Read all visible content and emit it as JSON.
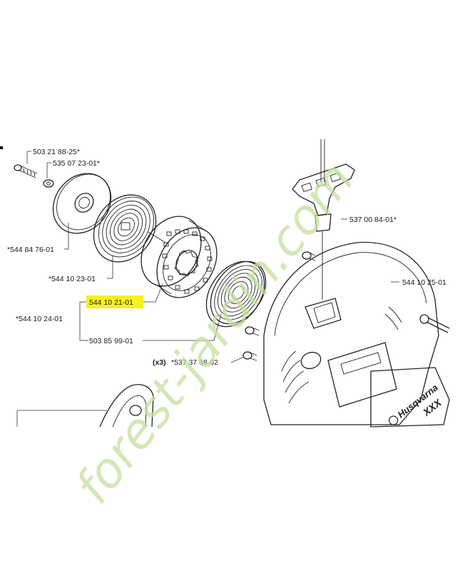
{
  "diagram": {
    "parts": [
      {
        "ref": "503 21 88-25*"
      },
      {
        "ref": "535 07 23-01*"
      },
      {
        "ref": "*544 84 76-01"
      },
      {
        "ref": "*544 10 23-01"
      },
      {
        "ref": "544 10 21-01"
      },
      {
        "ref": "*544 10 24-01"
      },
      {
        "ref": "503 85 99-01"
      },
      {
        "ref": "(x3)"
      },
      {
        "ref": "*537 37 38-02"
      },
      {
        "ref": "537 00 84-01*"
      },
      {
        "ref": "544 10 25-01"
      }
    ],
    "highlight_color": "#f7f11c",
    "brand_text": "Husqvarna",
    "model_text": "XXX",
    "watermark": "forest-jardin.com",
    "watermark_color": "#c7dea0"
  }
}
